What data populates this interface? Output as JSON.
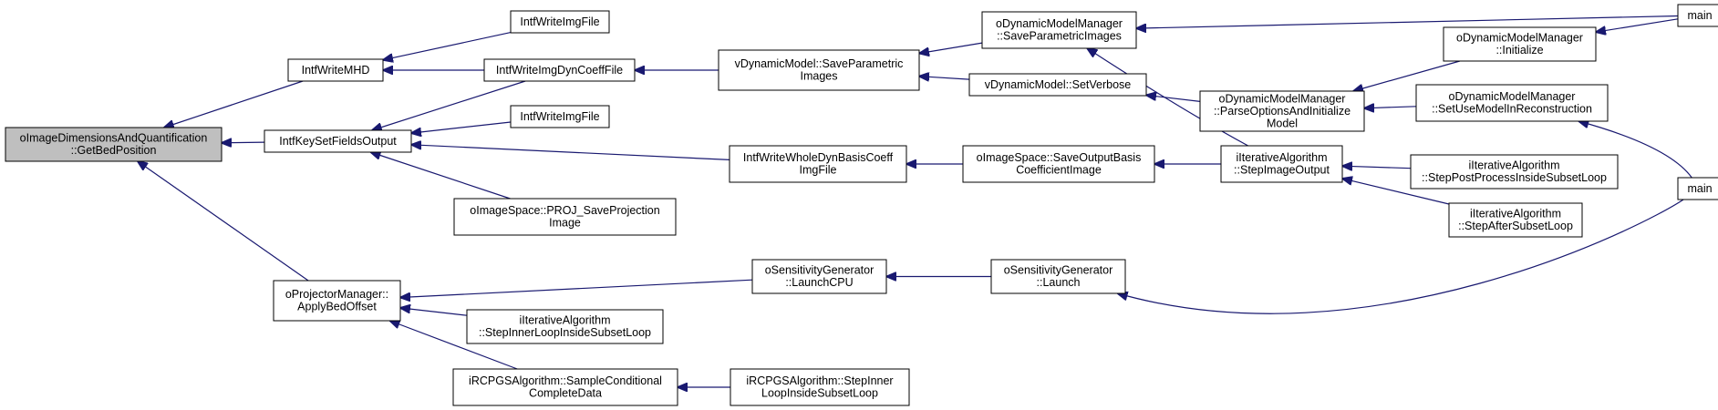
{
  "nodes": [
    {
      "id": "get_bed",
      "lines": [
        "oImageDimensionsAndQuantification",
        "::GetBedPosition"
      ],
      "focus": true
    },
    {
      "id": "intf_write_mhd",
      "lines": [
        "IntfWriteMHD"
      ]
    },
    {
      "id": "intf_key_set",
      "lines": [
        "IntfKeySetFieldsOutput"
      ]
    },
    {
      "id": "projector_apply",
      "lines": [
        "oProjectorManager::",
        "ApplyBedOffset"
      ]
    },
    {
      "id": "write_img_1",
      "lines": [
        "IntfWriteImgFile"
      ]
    },
    {
      "id": "write_img_dyn",
      "lines": [
        "IntfWriteImgDynCoeffFile"
      ]
    },
    {
      "id": "write_img_2",
      "lines": [
        "IntfWriteImgFile"
      ]
    },
    {
      "id": "proj_save",
      "lines": [
        "oImageSpace::PROJ_SaveProjection",
        "Image"
      ]
    },
    {
      "id": "step_inner",
      "lines": [
        "iIterativeAlgorithm",
        "::StepInnerLoopInsideSubsetLoop"
      ]
    },
    {
      "id": "rcpgs_sample",
      "lines": [
        "iRCPGSAlgorithm::SampleConditional",
        "CompleteData"
      ]
    },
    {
      "id": "vdm_save",
      "lines": [
        "vDynamicModel::SaveParametric",
        "Images"
      ]
    },
    {
      "id": "write_whole",
      "lines": [
        "IntfWriteWholeDynBasisCoeff",
        "ImgFile"
      ]
    },
    {
      "id": "sens_cpu",
      "lines": [
        "oSensitivityGenerator",
        "::LaunchCPU"
      ]
    },
    {
      "id": "rcpgs_step",
      "lines": [
        "iRCPGSAlgorithm::StepInner",
        "LoopInsideSubsetLoop"
      ]
    },
    {
      "id": "odm_save",
      "lines": [
        "oDynamicModelManager",
        "::SaveParametricImages"
      ]
    },
    {
      "id": "vdm_verbose",
      "lines": [
        "vDynamicModel::SetVerbose"
      ]
    },
    {
      "id": "img_save_basis",
      "lines": [
        "oImageSpace::SaveOutputBasis",
        "CoefficientImage"
      ]
    },
    {
      "id": "sens_launch",
      "lines": [
        "oSensitivityGenerator",
        "::Launch"
      ]
    },
    {
      "id": "odm_parse",
      "lines": [
        "oDynamicModelManager",
        "::ParseOptionsAndInitialize",
        "Model"
      ]
    },
    {
      "id": "step_image_output",
      "lines": [
        "iIterativeAlgorithm",
        "::StepImageOutput"
      ]
    },
    {
      "id": "odm_init",
      "lines": [
        "oDynamicModelManager",
        "::Initialize"
      ]
    },
    {
      "id": "odm_setuse",
      "lines": [
        "oDynamicModelManager",
        "::SetUseModelInReconstruction"
      ]
    },
    {
      "id": "step_post",
      "lines": [
        "iIterativeAlgorithm",
        "::StepPostProcessInsideSubsetLoop"
      ]
    },
    {
      "id": "step_after",
      "lines": [
        "iIterativeAlgorithm",
        "::StepAfterSubsetLoop"
      ]
    },
    {
      "id": "main_1",
      "lines": [
        "main"
      ]
    },
    {
      "id": "main_2",
      "lines": [
        "main"
      ]
    }
  ],
  "colors": {
    "edge": "#191970",
    "focus_fill": "#bfbfbf",
    "node_fill": "#ffffff",
    "node_stroke": "#000000"
  }
}
